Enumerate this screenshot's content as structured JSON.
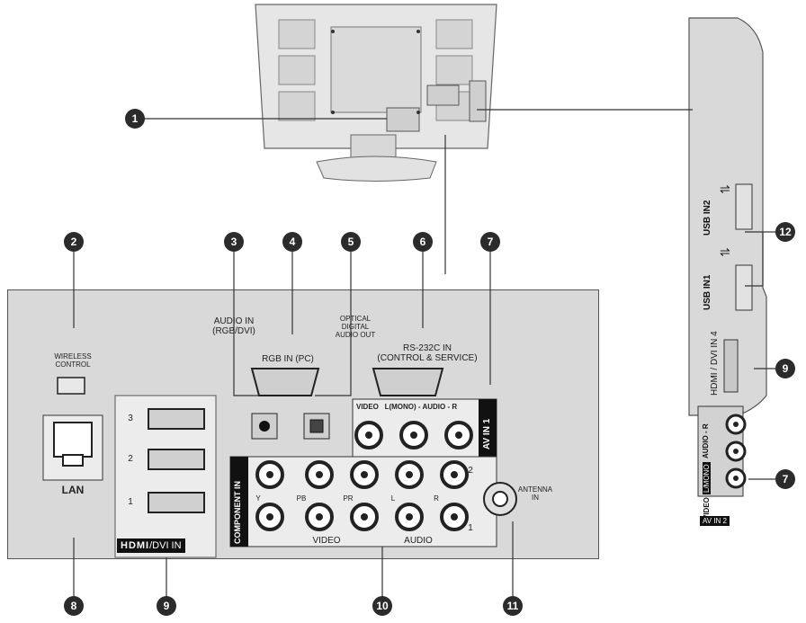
{
  "callouts": [
    "1",
    "2",
    "3",
    "4",
    "5",
    "6",
    "7",
    "8",
    "9",
    "10",
    "11",
    "12",
    "7",
    "9"
  ],
  "ports": {
    "wireless_control": "WIRELESS\nCONTROL",
    "audio_in": "AUDIO IN\n(RGB/DVI)",
    "rgb_in": "RGB IN (PC)",
    "optical": "OPTICAL\nDIGITAL\nAUDIO OUT",
    "rs232": "RS-232C IN\n(CONTROL & SERVICE)",
    "av_in1": "AV IN 1",
    "av_row": "VIDEO   L(MONO) - AUDIO - R",
    "lan": "LAN",
    "hdmi_numbers": [
      "3",
      "2",
      "1"
    ],
    "hdmi_logo_a": "HDMI",
    "hdmi_logo_b": "/DVI IN",
    "component_in": "COMPONENT IN",
    "component_top": [
      "Y",
      "PB",
      "PR",
      "L",
      "R"
    ],
    "component_rows": [
      "2",
      "1"
    ],
    "video": "VIDEO",
    "audio": "AUDIO",
    "antenna": "ANTENNA\nIN"
  },
  "side_panel": {
    "usb_in2": "USB IN2",
    "usb_in1": "USB IN1",
    "hdmi_dvi_in4": "HDMI / DVI IN 4",
    "audio_r": "AUDIO - R",
    "mono": "L/MONO",
    "video": "VIDEO",
    "av_in2": "AV IN 2"
  },
  "colors": {
    "panel": "#d9d9d9",
    "badge": "#2b2b2b",
    "outline": "#555555"
  }
}
